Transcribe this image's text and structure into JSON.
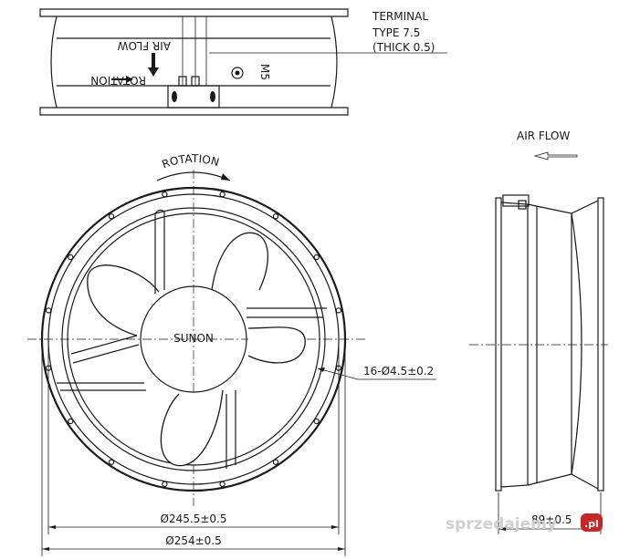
{
  "top_view": {
    "terminal_line1": "TERMINAL",
    "terminal_line2": "TYPE 7.5",
    "terminal_line3": "(THICK 0.5)",
    "rotation_label": "ROTATION",
    "air_flow_label": "AIR FLOW",
    "screw_label": "M5"
  },
  "side_view": {
    "air_flow_label": "AIR FLOW",
    "depth_label": "89±0.5"
  },
  "front_view": {
    "rotation_label": "ROTATION",
    "hub_brand": "SUNON",
    "hole_label": "16-Ø4.5±0.2",
    "inner_diameter_label": "Ø245.5±0.5",
    "outer_diameter_label": "Ø254±0.5"
  },
  "watermark": {
    "text": "sprzedajemy",
    "tld": ".pl"
  },
  "colors": {
    "line": "#1a1a1a",
    "watermark": "#d0d0d0",
    "watermark_badge": "#c62828"
  }
}
